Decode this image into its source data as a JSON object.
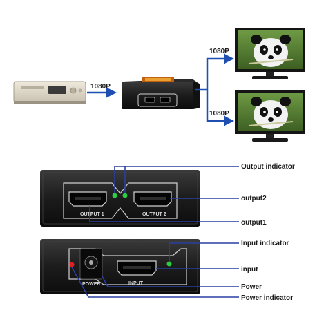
{
  "top_diagram": {
    "input_resolution_label": "1080P",
    "output_top_resolution_label": "1080P",
    "output_bottom_resolution_label": "1080P",
    "connector_color": "#1f4fb0"
  },
  "front_panel": {
    "output1_port_label": "OUTPUT 1",
    "output2_port_label": "OUTPUT 2",
    "callouts": {
      "output_indicator": "Output indicator",
      "output2": "output2",
      "output1": "output1"
    }
  },
  "back_panel": {
    "power_port_label": "POWER",
    "input_port_label": "INPUT",
    "callouts": {
      "input_indicator": "Input indicator",
      "input": "input",
      "power": "Power",
      "power_indicator": "Power indicator"
    }
  },
  "colors": {
    "callout_line": "#2a3fa0",
    "led_green": "#2ecc40",
    "led_red": "#e02020",
    "device_body": "#1e1e1e"
  }
}
